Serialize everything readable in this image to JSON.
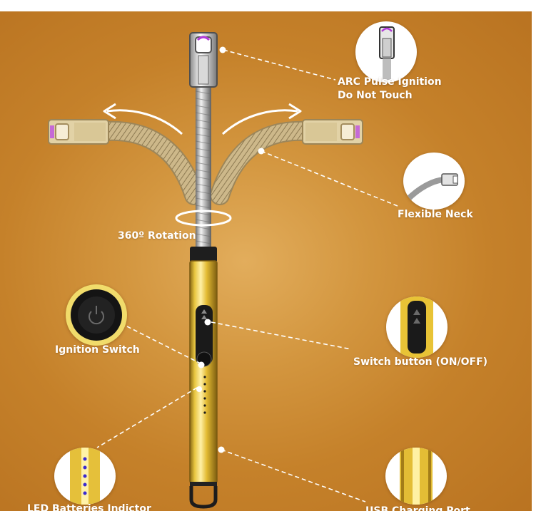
{
  "callouts": {
    "arc_pulse": {
      "line1": "ARC Pulse Ignition",
      "line2": "Do Not Touch"
    },
    "flexible_neck": "Flexible Neck",
    "rotation": "360º Rotation",
    "ignition_switch": "Ignition Switch",
    "switch_button": "Switch button (ON/OFF)",
    "led_batteries": "LED Batteries Indictor",
    "usb_port": "USB Charging Port"
  },
  "colors": {
    "background": "#c9862f",
    "gold_body": "#e7c23a",
    "label_text": "#ffffff",
    "arc_purple": "#b13ad8"
  },
  "icons": {
    "rotate_left": "curved-arrow-left-icon",
    "rotate_right": "curved-arrow-right-icon",
    "rotation_ring": "ellipse-ring-icon"
  }
}
